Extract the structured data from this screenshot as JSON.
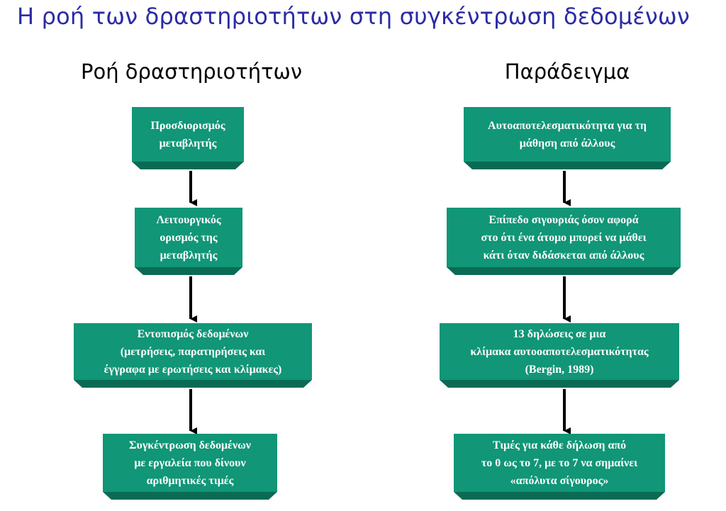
{
  "title": "Η ροή των δραστηριοτήτων στη συγκέντρωση δεδομένων",
  "left_column": {
    "heading": "Ροή δραστηριοτήτων",
    "steps": [
      "Προσδιορισμός\nμεταβλητής",
      "Λειτουργικός\nορισμός της\nμεταβλητής",
      "Εντοπισμός δεδομένων\n(μετρήσεις, παρατηρήσεις και\nέγγραφα με ερωτήσεις και κλίμακες)",
      "Συγκέντρωση δεδομένων\nμε εργαλεία που δίνουν\nαριθμητικές τιμές"
    ]
  },
  "right_column": {
    "heading": "Παράδειγμα",
    "steps": [
      "Αυτοαποτελεσματικότητα για τη\nμάθηση από άλλους",
      "Επίπεδο σιγουριάς όσον αφορά\nστο ότι ένα άτομο μπορεί να μάθει\nκάτι όταν διδάσκεται από άλλους",
      "13 δηλώσεις σε μια\nκλίμακα αυτοοαποτελεσματικότητας\n(Bergin, 1989)",
      "Τιμές για κάθε δήλωση από\nτο 0 ως το 7, με το 7 να σημαίνει\n«απόλυτα σίγουρος»"
    ]
  },
  "colors": {
    "title": "#2b2ba6",
    "box_fill": "#119677",
    "box_shadow": "#0a6b55",
    "box_text": "#ffffff",
    "arrow": "#000000"
  }
}
